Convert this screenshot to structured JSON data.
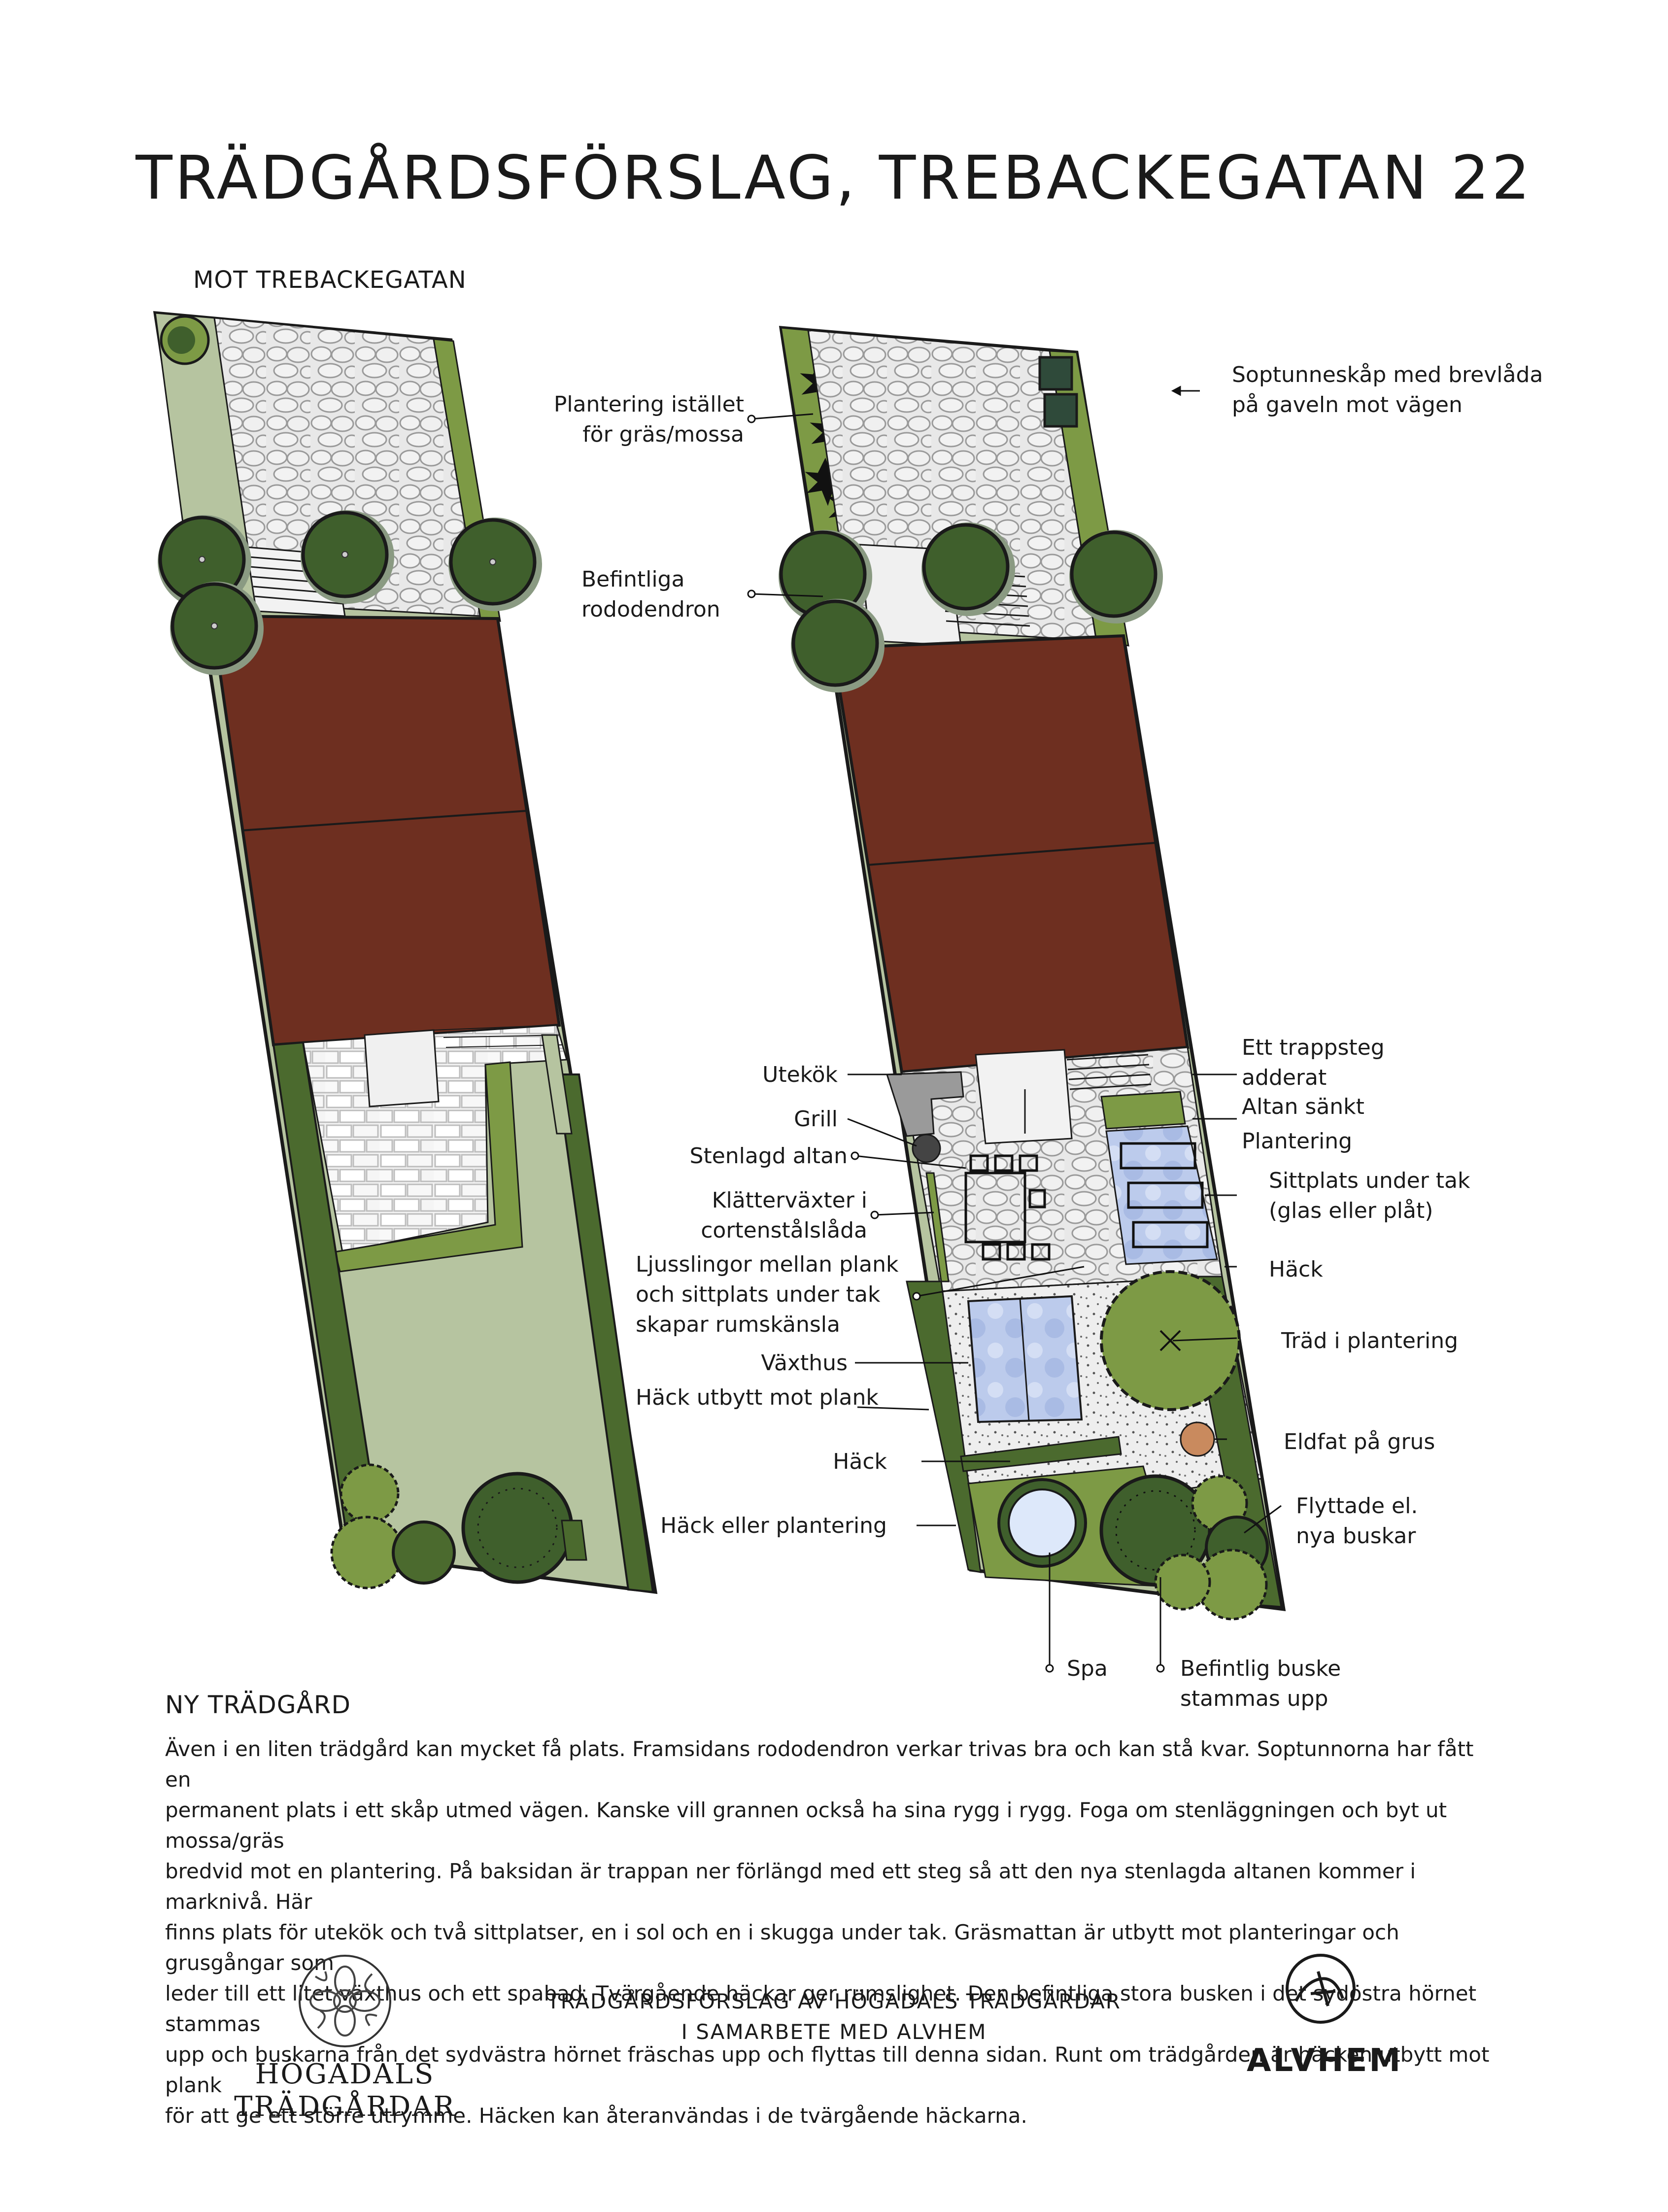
{
  "title": "TRÄDGÅRDSFÖRSLAG, TREBACKEGATAN 22",
  "street_label": "MOT TREBACKEGATAN",
  "labels": {
    "plantering_istallet": [
      "Plantering istället",
      "för gräs/mossa"
    ],
    "befintliga_rododendron": [
      "Befintliga",
      "rododendron"
    ],
    "soptunneskap": [
      "Soptunneskåp med brevlåda",
      "på gaveln mot vägen"
    ],
    "utekok": "Utekök",
    "grill": "Grill",
    "stenlagd_altan": "Stenlagd altan",
    "klattervaxter": [
      "Klätterväxter i",
      "cortenstålslåda"
    ],
    "ljusslingor": [
      "Ljusslingor mellan plank",
      "och sittplats under tak",
      "skapar rumskänsla"
    ],
    "vaxthus": "Växthus",
    "hack_utbytt": "Häck utbytt mot plank",
    "hack_left": "Häck",
    "hack_eller_plantering": "Häck eller plantering",
    "ett_trappsteg": [
      "Ett trappsteg",
      "adderat"
    ],
    "altan_sankt": "Altan sänkt",
    "plantering": "Plantering",
    "sittplats": [
      "Sittplats under tak",
      "(glas eller plåt)"
    ],
    "hack_right": "Häck",
    "trad_i_plantering": "Träd i plantering",
    "eldfat": "Eldfat på grus",
    "flyttade_buskar": [
      "Flyttade el.",
      "nya buskar"
    ],
    "spa": "Spa",
    "befintlig_buske": [
      "Befintlig buske",
      "stammas upp"
    ]
  },
  "section_title": "NY TRÄDGÅRD",
  "body_lines": [
    "Även i en liten trädgård kan mycket få plats. Framsidans rododendron verkar trivas bra och kan stå kvar. Soptunnorna har fått en",
    "permanent plats i ett skåp utmed vägen. Kanske vill grannen också ha sina rygg i rygg. Foga om stenläggningen och byt ut mossa/gräs",
    "bredvid mot en plantering. På baksidan är trappan ner förlängd med ett steg så att den nya stenlagda altanen kommer i marknivå. Här",
    "finns plats för utekök och två sittplatser, en i sol och en i skugga under tak. Gräsmattan är utbytt mot planteringar och grusgångar som",
    "leder till ett litet växthus och ett spabad. Tvärgående häckar ger rumslighet. Den befintliga stora busken i det sydöstra hörnet stammas",
    "upp och buskarna från det sydvästra hörnet fräschas upp och flyttas till denna sidan. Runt om trädgården är häcken utbytt mot plank",
    "för att ge ett större utrymme. Häcken kan återanvändas i de tvärgående häckarna."
  ],
  "footer": {
    "line1": "TRÄDGÅRDSFÖRSLAG AV HÖGADALS TRÄDGÅRDAR",
    "line2": "I SAMARBETE MED ALVHEM"
  },
  "logos": {
    "left_line1": "HÖGADALS",
    "left_line2": "TRÄDGÅRDAR",
    "right": "ALVHEM"
  },
  "colors": {
    "house": "#6e2f20",
    "hedge": "#4b6a2e",
    "lawn": "#b6c4a0",
    "planting": "#7d9a45",
    "stone": "#e6e6e6",
    "gravel": "#eeeeee",
    "tree": "#3f5f2c",
    "tree_rim": "#8a9a82",
    "glass": "#b9c9ec",
    "firepit": "#c98a5e"
  }
}
